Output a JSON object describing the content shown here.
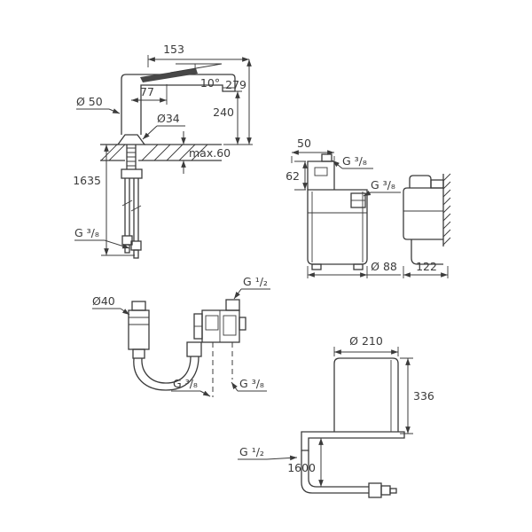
{
  "drawing": {
    "faucet": {
      "spout_reach": "153",
      "handle_width": "77",
      "handle_angle": "10°",
      "total_height": "279",
      "spout_height": "240",
      "body_diameter": "Ø 50",
      "hole_diameter": "Ø34",
      "max_deck": "max.60",
      "hose_length": "1635",
      "hose_thread": "G ³/₈"
    },
    "boiler": {
      "top_width": "50",
      "head_height": "62",
      "outlet_thread": "G ³/₈",
      "inlet_thread": "G ³/₈",
      "body_diameter": "Ø 88",
      "depth": "122"
    },
    "filter_head": {
      "inlet_thread": "G ¹/₂",
      "filter_diameter": "Ø40",
      "left_thread": "G ³/₈",
      "right_thread": "G ³/₈"
    },
    "tank": {
      "diameter": "Ø 210",
      "height": "336",
      "inlet_thread": "G ¹/₂",
      "hose_length": "1600"
    },
    "colors": {
      "line": "#3b3b3b",
      "background": "#ffffff"
    }
  }
}
